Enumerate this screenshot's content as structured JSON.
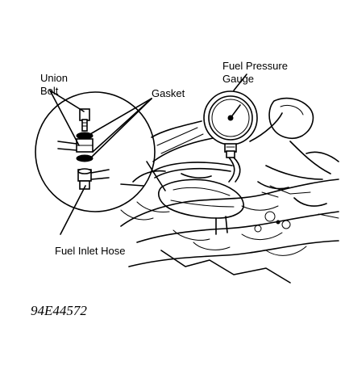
{
  "labels": {
    "union_bolt_line1": "Union",
    "union_bolt_line2": "Bolt",
    "gasket": "Gasket",
    "fuel_pressure_line1": "Fuel Pressure",
    "fuel_pressure_line2": "Gauge",
    "fuel_inlet_hose": "Fuel Inlet Hose"
  },
  "figure_code": "94E44572"
}
